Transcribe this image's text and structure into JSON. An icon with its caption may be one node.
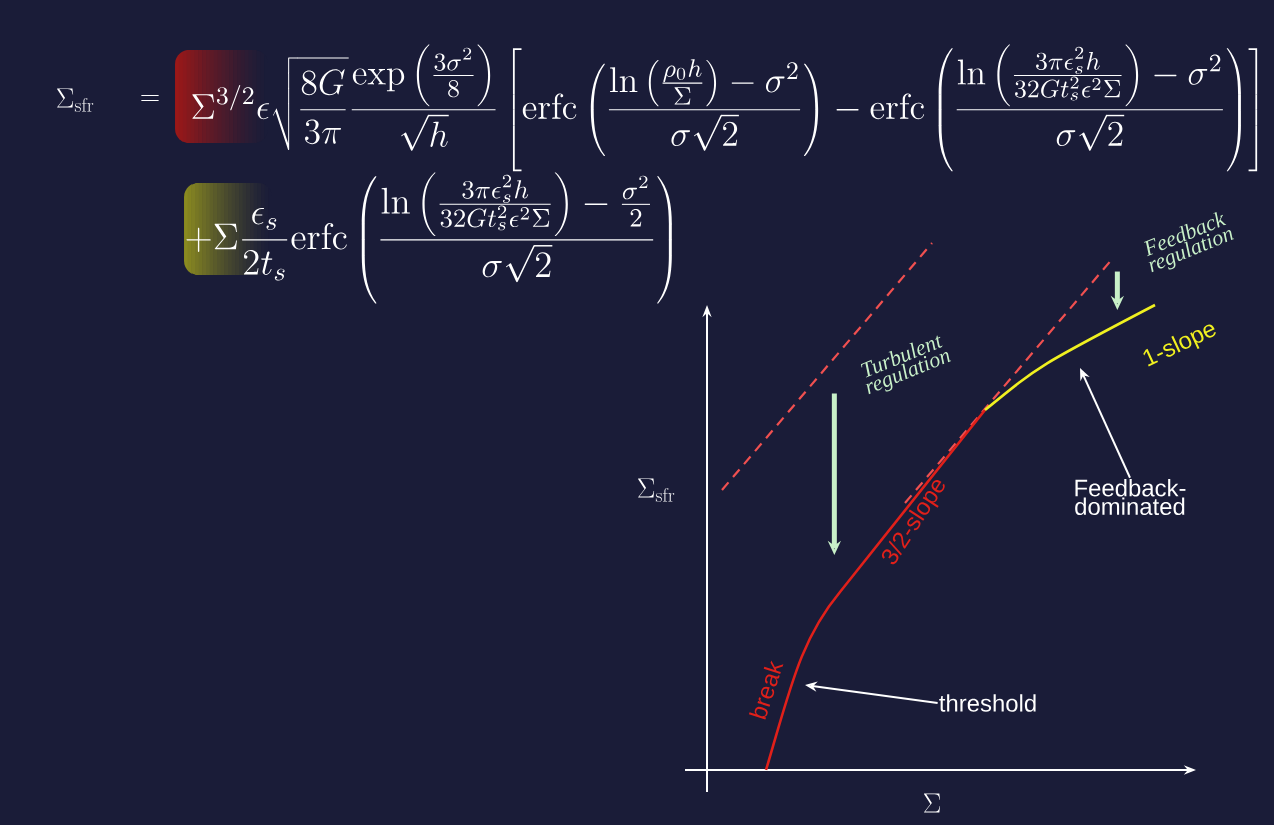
{
  "diagram": {
    "nodes": [
      {
        "text": [
          "Turbulent regulation"
        ]
      },
      {
        "text": [
          "Feedback regulation"
        ]
      },
      {
        "text": [
          "Feedback-dominated"
        ]
      },
      {
        "text": [
          "threshold"
        ]
      }
    ],
    "edges": [
      {
        "from": 0,
        "to": null,
        "arrow": "to",
        "style": "thick",
        "color": "#c8f0c8"
      },
      {
        "from": 1,
        "to": null,
        "arrow": "to",
        "style": "thick",
        "color": "#c8f0c8"
      },
      {
        "from": 2,
        "to": null,
        "arrow": "to"
      },
      {
        "from": 3,
        "to": null,
        "arrow": "to"
      }
    ],
    "labels": [
      "\\Sigma_{\\mathrm{sfr}}",
      "=",
      "\\Sigma^{3/2}\\epsilon\\sqrt{\\frac{8G}{3\\pi}}\\frac{\\exp\\left(\\frac{3\\sigma^2}{8}\\right)}{\\sqrt{h}}\\left[\\mathrm{erfc}\\left(\\frac{\\ln\\left(\\frac{\\rho_0 h}{\\Sigma}\\right)-\\sigma^2}{\\sigma\\sqrt{2}}\\right)-\\mathrm{erfc}\\left(\\frac{\\ln\\left(\\frac{3\\pi\\epsilon_s^2 h}{32Gt_s^2\\epsilon^2\\Sigma}\\right)-\\sigma^2}{\\sigma\\sqrt{2}}\\right)\\right]",
      "+\\Sigma\\frac{\\epsilon_s}{2t_s}\\mathrm{erfc}\\left(\\frac{\\ln\\left(\\frac{3\\pi\\epsilon_s^2 h}{32Gt_s^2\\epsilon^2\\Sigma}\\right)-\\frac{\\sigma^2}{2}}{\\sigma\\sqrt{2}}\\right)",
      "\\Sigma_{\\mathrm{sfr}}",
      "\\Sigma",
      "break",
      "3/2-slope",
      "1-slope"
    ]
  }
}
